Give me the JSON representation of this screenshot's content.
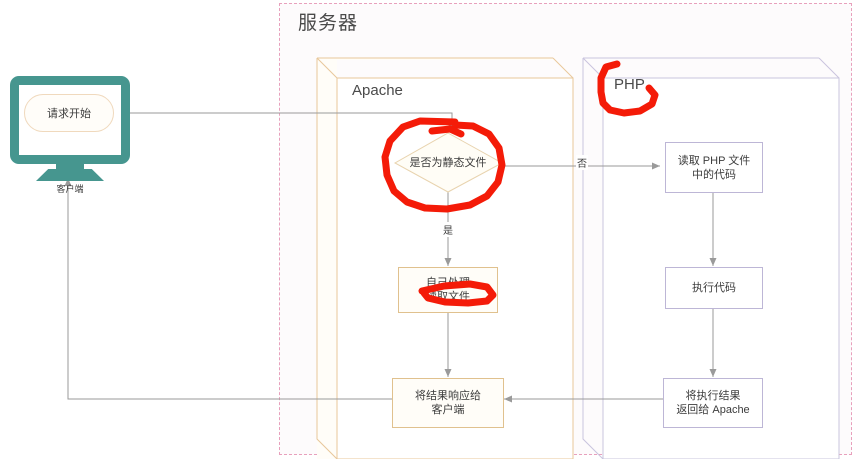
{
  "diagram": {
    "title_visible": false,
    "server_group": {
      "label": "服务器",
      "border_color": "#e8a0bc"
    },
    "client": {
      "device_label": "客户端",
      "start_node_label": "请求开始",
      "device_color": "#46968f"
    },
    "groups": [
      {
        "id": "apache",
        "label": "Apache",
        "color": "#e8c79a"
      },
      {
        "id": "php",
        "label": "PHP",
        "color": "#c9c4de"
      }
    ],
    "nodes": [
      {
        "id": "start",
        "label": "请求开始",
        "shape": "stadium"
      },
      {
        "id": "decision",
        "label": "是否为静态文件",
        "shape": "diamond"
      },
      {
        "id": "self_handle",
        "label_line1": "自己处理",
        "label_line2": "读取文件",
        "shape": "rect"
      },
      {
        "id": "respond",
        "label_line1": "将结果响应给",
        "label_line2": "客户端",
        "shape": "rect"
      },
      {
        "id": "read_php",
        "label_line1": "读取 PHP 文件",
        "label_line2": "中的代码",
        "shape": "rect"
      },
      {
        "id": "exec_code",
        "label_line1": "执行代码",
        "label_line2": "",
        "shape": "rect"
      },
      {
        "id": "return_apache",
        "label_line1": "将执行结果",
        "label_line2": "返回给 Apache",
        "shape": "rect"
      }
    ],
    "edge_labels": {
      "yes": "是",
      "no": "否"
    },
    "annotations": {
      "ink_color": "#f41b08",
      "marks": [
        {
          "name": "circle-around-decision",
          "target": "decision"
        },
        {
          "name": "scribble-over-self-handle",
          "target": "self_handle"
        },
        {
          "name": "bracket-around-php-title",
          "target": "php"
        }
      ]
    }
  }
}
